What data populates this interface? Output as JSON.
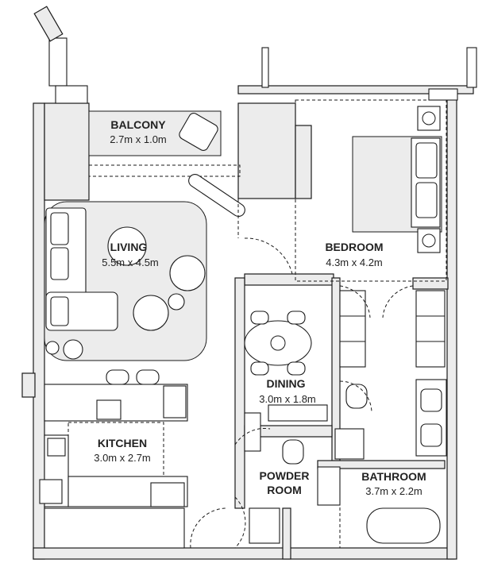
{
  "rooms": {
    "balcony": {
      "name": "BALCONY",
      "dims": "2.7m x 1.0m"
    },
    "living": {
      "name": "LIVING",
      "dims": "5.5m x 4.5m"
    },
    "bedroom": {
      "name": "BEDROOM",
      "dims": "4.3m x 4.2m"
    },
    "dining": {
      "name": "DINING",
      "dims": "3.0m x 1.8m"
    },
    "kitchen": {
      "name": "KITCHEN",
      "dims": "3.0m x 2.7m"
    },
    "powder": {
      "name_line1": "POWDER",
      "name_line2": "ROOM"
    },
    "bathroom": {
      "name": "BATHROOM",
      "dims": "3.7m x 2.2m"
    }
  },
  "colors": {
    "wall_fill": "#ececec",
    "line": "#1a1a1a",
    "text": "#222222"
  }
}
